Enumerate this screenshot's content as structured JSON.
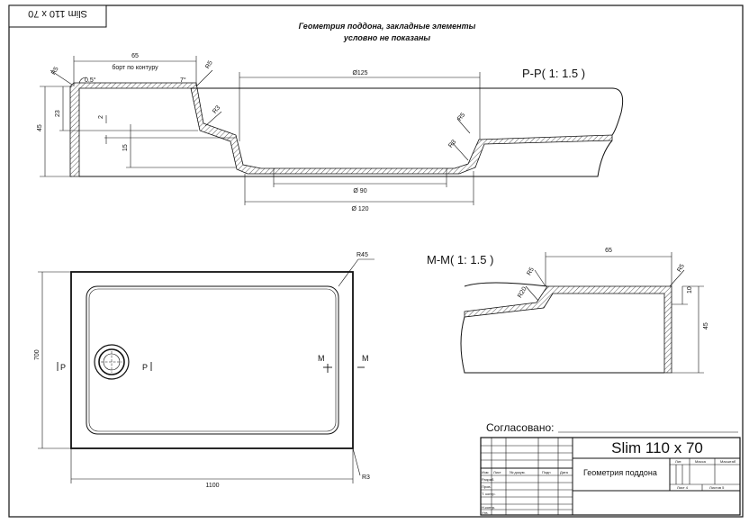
{
  "drawing": {
    "corner_stamp": "Slim 110 x 70",
    "note_line1": "Геометрия поддона, закладные элементы",
    "note_line2": "условно не показаны"
  },
  "section_pp": {
    "title": "P-P( 1: 1.5 )",
    "dim_65": "65",
    "rim_label": "борт по контуру",
    "dim_r5_left": "R5",
    "dim_angle_05": "0.5°",
    "dim_angle_7": "7°",
    "dim_r5_top": "R5",
    "dim_45": "45",
    "dim_23": "23",
    "dim_2": "2",
    "dim_15": "15",
    "dim_r3_a": "R3",
    "dim_d125": "Ø125",
    "dim_r5_right": "R5",
    "dim_r3_b": "R3",
    "dim_d90": "Ø 90",
    "dim_d120": "Ø 120"
  },
  "plan": {
    "dim_r45": "R45",
    "dim_700": "700",
    "dim_1100": "1100",
    "dim_r3": "R3",
    "cut_p_left": "P",
    "cut_p_right": "P",
    "cut_m_top": "M",
    "cut_m_right": "M"
  },
  "section_mm": {
    "title": "M-M( 1: 1.5 )",
    "dim_65": "65",
    "dim_r5_a": "R5",
    "dim_r5_b": "R5",
    "dim_r20": "R20",
    "dim_10": "10",
    "dim_45": "45"
  },
  "title_block": {
    "approved_label": "Согласовано:",
    "product_name": "Slim 110 x 70",
    "drawing_name": "Геометрия поддона",
    "col_izm": "Изм",
    "col_list": "Лист",
    "col_ndoc": "№ докум.",
    "col_podp": "Подп",
    "col_data": "Дата",
    "row_razrab": "Разраб.",
    "row_prov": "Пров.",
    "row_tkontr": "Т. контр.",
    "row_nkontr": "Н.контр.",
    "row_utv": "Утв.",
    "lit": "Лит.",
    "massa": "Масса",
    "masshtab": "Масштаб",
    "list": "Лист 4",
    "listov": "Листов 5"
  }
}
